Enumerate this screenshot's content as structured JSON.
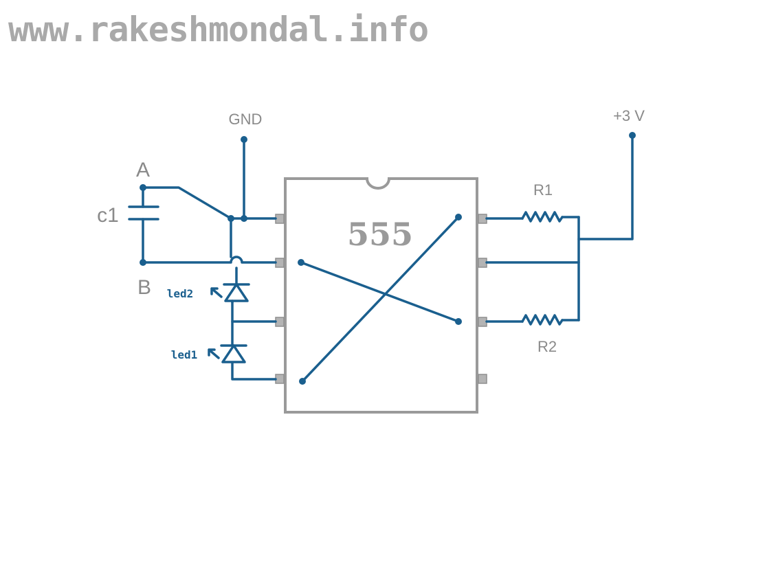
{
  "watermark": "www.rakeshmondal.info",
  "chip": {
    "label": "555"
  },
  "labels": {
    "gnd": "GND",
    "vcc": "+3 V",
    "node_a": "A",
    "node_b": "B",
    "capacitor": "c1",
    "led_top": "led2",
    "led_bottom": "led1",
    "resistor_top": "R1",
    "resistor_bottom": "R2"
  },
  "colors": {
    "wire": "#1a5f8e",
    "chip_outline": "#9a9a9a",
    "label_grey": "#8a8a8a",
    "watermark": "#a9a9a9"
  }
}
